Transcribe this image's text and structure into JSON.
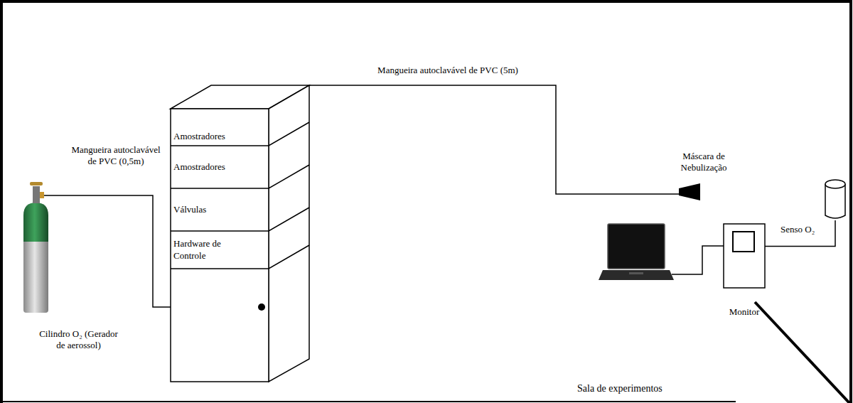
{
  "diagram": {
    "nodes": [
      {
        "text": [
          "Cilindro O₂ (Gerador de aerossol)"
        ]
      },
      {
        "text": [
          "Amostradores"
        ]
      },
      {
        "text": [
          "Amostradores"
        ]
      },
      {
        "text": [
          "Válvulas"
        ]
      },
      {
        "text": [
          "Hardware de Controle"
        ]
      },
      {
        "text": [
          "Máscara de Nebulização"
        ]
      },
      {
        "text": [
          "Senso O₂"
        ]
      },
      {
        "text": [
          "Monitor"
        ]
      }
    ],
    "edges": [
      {
        "from": 7,
        "to": 6,
        "arrow": "none"
      }
    ],
    "labels": [
      "Mangueira autoclavável de PVC (0,5m)",
      "Mangueira autoclavável de PVC (5m)",
      "Sala de experimentos"
    ]
  }
}
